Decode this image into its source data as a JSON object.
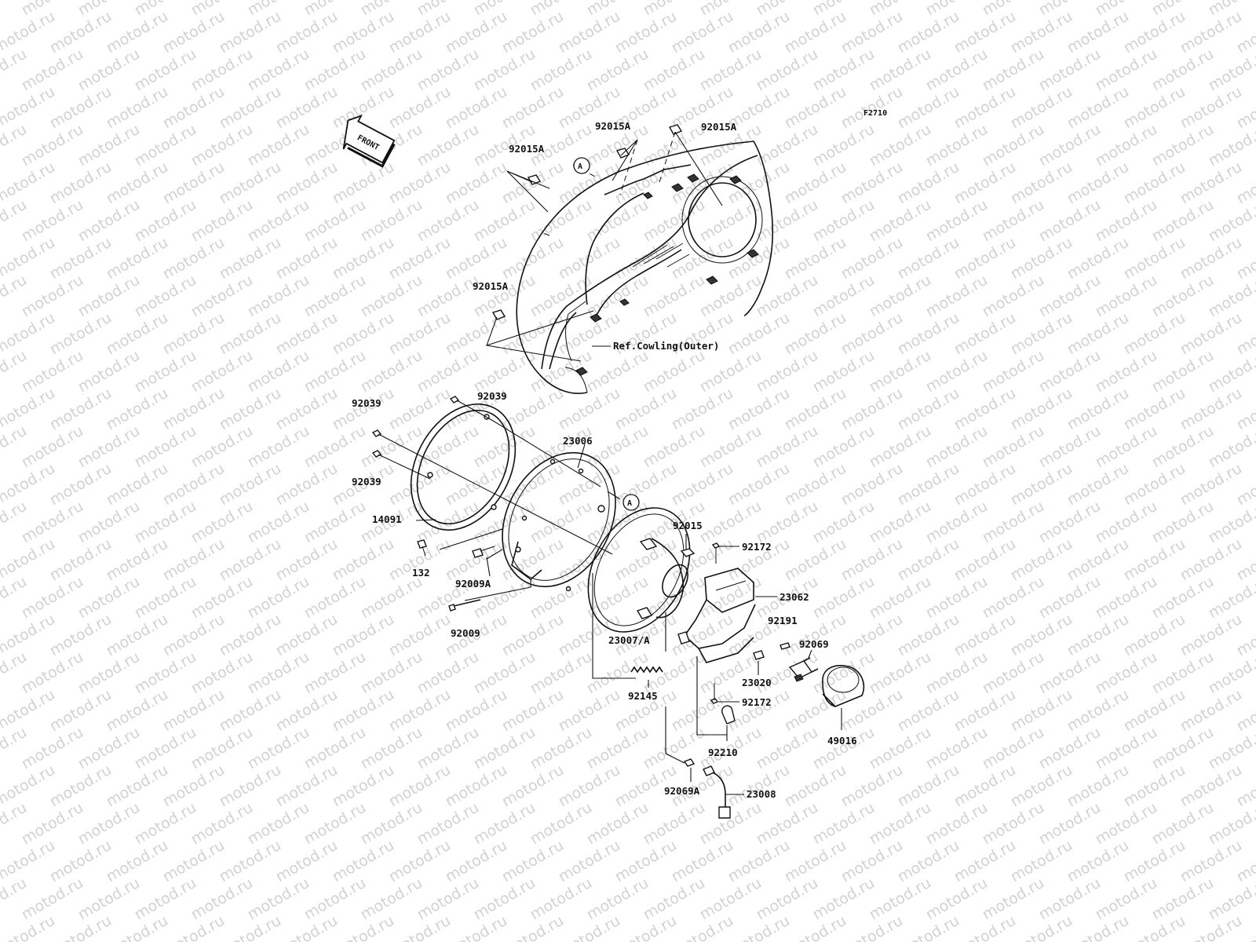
{
  "figure_code": "F2710",
  "front_arrow_label": "FRONT",
  "ref_label": "Ref.Cowling(Outer)",
  "ref_mark": "A",
  "watermark": "motod.ru",
  "parts": [
    {
      "id": "p-92015A-1",
      "number": "92015A"
    },
    {
      "id": "p-92015A-2",
      "number": "92015A"
    },
    {
      "id": "p-92015A-3",
      "number": "92015A"
    },
    {
      "id": "p-92015A-4",
      "number": "92015A"
    },
    {
      "id": "p-92039-1",
      "number": "92039"
    },
    {
      "id": "p-92039-2",
      "number": "92039"
    },
    {
      "id": "p-92039-3",
      "number": "92039"
    },
    {
      "id": "p-23006",
      "number": "23006"
    },
    {
      "id": "p-14091",
      "number": "14091"
    },
    {
      "id": "p-132",
      "number": "132"
    },
    {
      "id": "p-92009A",
      "number": "92009A"
    },
    {
      "id": "p-92009",
      "number": "92009"
    },
    {
      "id": "p-92015",
      "number": "92015"
    },
    {
      "id": "p-92172-1",
      "number": "92172"
    },
    {
      "id": "p-23062",
      "number": "23062"
    },
    {
      "id": "p-92191",
      "number": "92191"
    },
    {
      "id": "p-92069",
      "number": "92069"
    },
    {
      "id": "p-23007A",
      "number": "23007/A"
    },
    {
      "id": "p-23020",
      "number": "23020"
    },
    {
      "id": "p-92145",
      "number": "92145"
    },
    {
      "id": "p-92172-2",
      "number": "92172"
    },
    {
      "id": "p-92210",
      "number": "92210"
    },
    {
      "id": "p-49016",
      "number": "49016"
    },
    {
      "id": "p-92069A",
      "number": "92069A"
    },
    {
      "id": "p-23008",
      "number": "23008"
    }
  ]
}
